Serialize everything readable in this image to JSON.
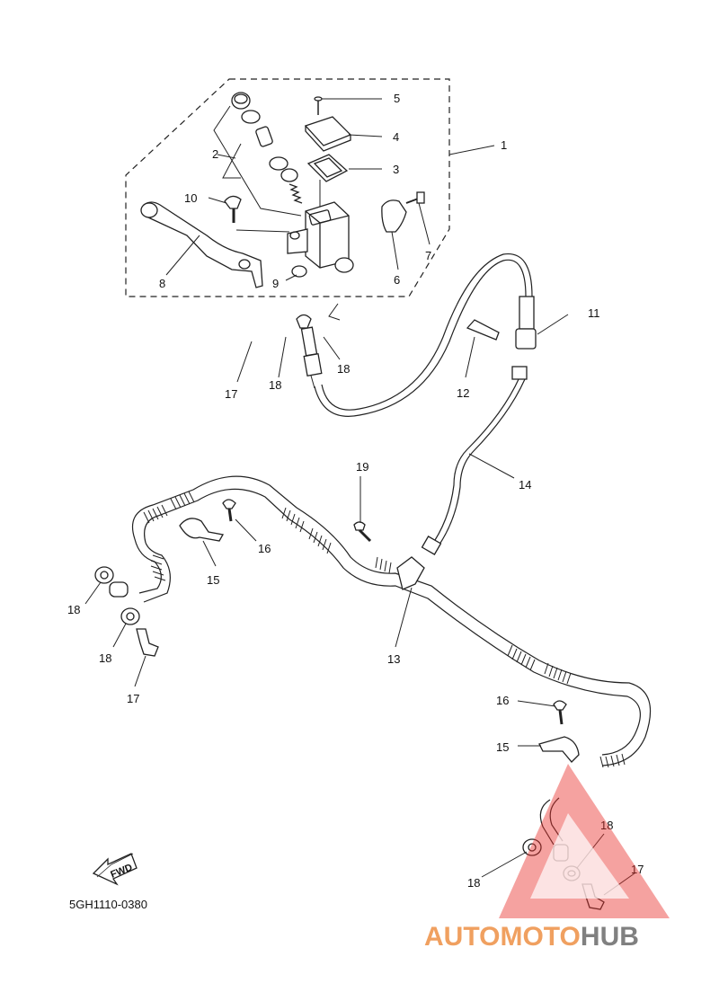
{
  "callouts": {
    "c1": "1",
    "c2": "2",
    "c3": "3",
    "c4": "4",
    "c5": "5",
    "c6": "6",
    "c7": "7",
    "c8": "8",
    "c9": "9",
    "c10": "10",
    "c11": "11",
    "c12": "12",
    "c13": "13",
    "c14": "14",
    "c15a": "15",
    "c15b": "15",
    "c16a": "16",
    "c16b": "16",
    "c17a": "17",
    "c17b": "17",
    "c17c": "17",
    "c18a": "18",
    "c18b": "18",
    "c18c": "18",
    "c18d": "18",
    "c18e": "18",
    "c18f": "18",
    "c19": "19"
  },
  "drawing_code": "5GH1110-0380",
  "fwd_label": "FWD",
  "watermark": {
    "text_part1": "AUTOMOTO",
    "text_part2": "HUB",
    "color_primary": "#f0a060",
    "color_secondary": "#808080",
    "triangle_color": "#e8302c"
  }
}
